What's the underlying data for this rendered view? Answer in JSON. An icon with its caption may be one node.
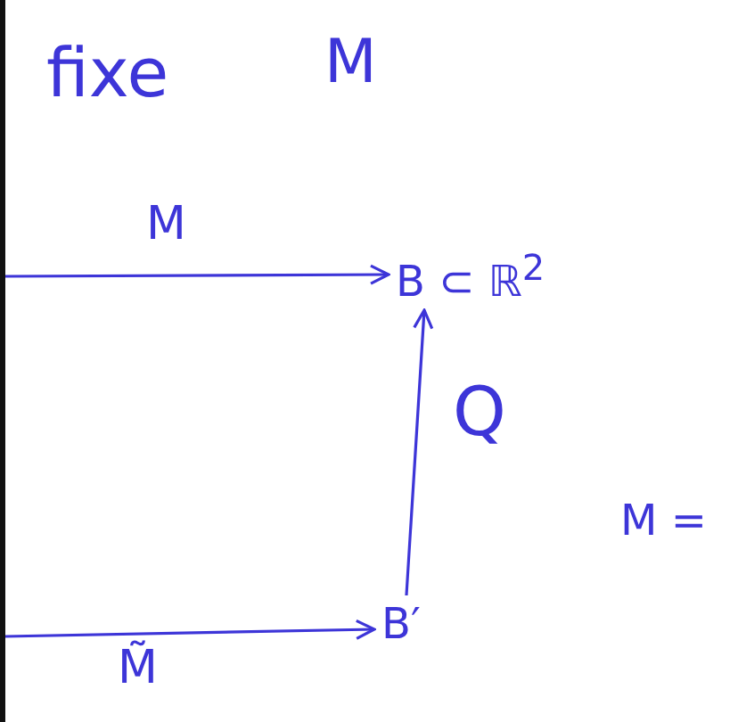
{
  "diagram": {
    "nodes": [
      {
        "text": [
          "B ⊂ ℝ$^{2}$"
        ]
      },
      {
        "text": [
          "B′"
        ]
      }
    ],
    "edges": [
      {
        "from": null,
        "to": 0,
        "arrow": "to",
        "label": "M"
      },
      {
        "from": 1,
        "to": 0,
        "arrow": "to",
        "label": "Q"
      },
      {
        "from": null,
        "to": 1,
        "arrow": "to",
        "label": "M̃"
      }
    ],
    "labels": [
      "fixe",
      "M",
      "M ="
    ]
  }
}
